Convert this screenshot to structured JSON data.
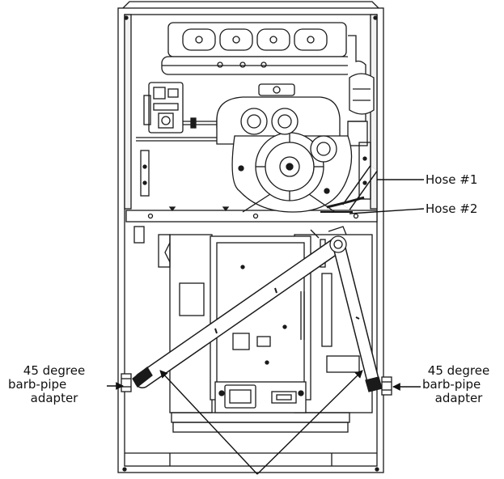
{
  "labels": {
    "hose1": "Hose #1",
    "hose2": "Hose #2",
    "left_adapter": {
      "line1": "45 degree",
      "line2": "barb-pipe",
      "line3": "adapter"
    },
    "right_adapter": {
      "line1": "45 degree",
      "line2": "barb-pipe",
      "line3": "adapter"
    }
  },
  "colors": {
    "stroke": "#1a1a1a",
    "fill": "#ffffff",
    "panel": "#f4f4f4",
    "dark": "#222222"
  }
}
